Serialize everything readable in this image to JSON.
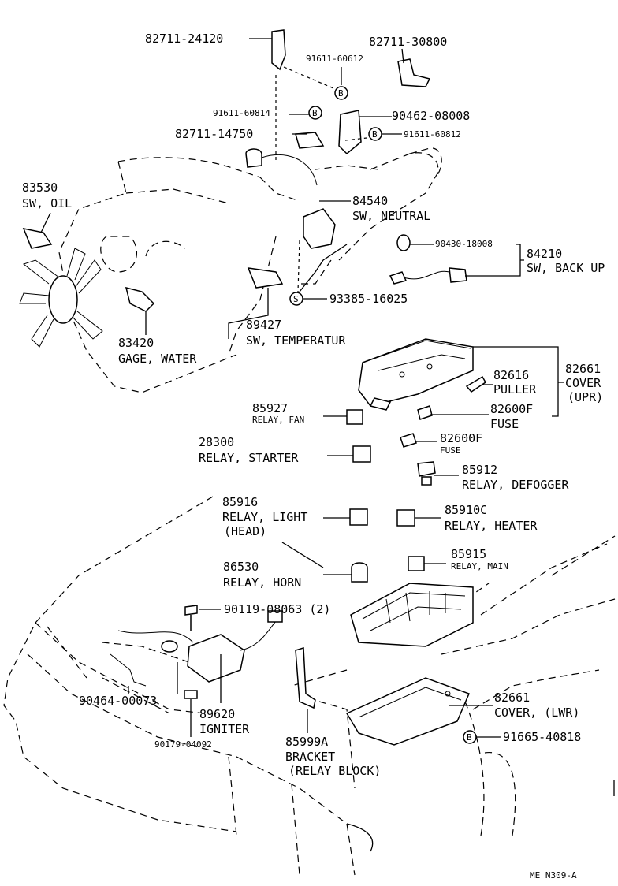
{
  "parts": [
    {
      "id": "p1",
      "number": "82711-24120"
    },
    {
      "id": "p2",
      "number": "82711-30800"
    },
    {
      "id": "p3",
      "number": "91611-60612"
    },
    {
      "id": "p4",
      "number": "91611-60814"
    },
    {
      "id": "p5",
      "number": "90462-08008"
    },
    {
      "id": "p6",
      "number": "82711-14750"
    },
    {
      "id": "p7",
      "number": "91611-60812"
    },
    {
      "id": "p8",
      "number": "83530",
      "name": "SW, OIL"
    },
    {
      "id": "p9",
      "number": "84540",
      "name": "SW, NEUTRAL"
    },
    {
      "id": "p10",
      "number": "90430-18008"
    },
    {
      "id": "p11",
      "number": "84210",
      "name": "SW, BACK UP"
    },
    {
      "id": "p12",
      "number": "93385-16025"
    },
    {
      "id": "p13",
      "number": "89427",
      "name": "SW, TEMPERATUR"
    },
    {
      "id": "p14",
      "number": "83420",
      "name": "GAGE, WATER"
    },
    {
      "id": "p15",
      "number": "82616",
      "name": "PULLER"
    },
    {
      "id": "p16",
      "number": "82661",
      "name": "COVER",
      "name2": "(UPR)"
    },
    {
      "id": "p17",
      "number": "85927",
      "name": "RELAY, FAN"
    },
    {
      "id": "p18",
      "number": "82600F",
      "name": "FUSE"
    },
    {
      "id": "p19",
      "number": "28300",
      "name": "RELAY, STARTER"
    },
    {
      "id": "p20",
      "number": "82600F",
      "name": "FUSE"
    },
    {
      "id": "p21",
      "number": "85912",
      "name": "RELAY, DEFOGGER"
    },
    {
      "id": "p22",
      "number": "85916",
      "name": "RELAY, LIGHT",
      "name2": "(HEAD)"
    },
    {
      "id": "p23",
      "number": "85910C",
      "name": "RELAY, HEATER"
    },
    {
      "id": "p24",
      "number": "85915",
      "name": "RELAY, MAIN"
    },
    {
      "id": "p25",
      "number": "86530",
      "name": "RELAY, HORN"
    },
    {
      "id": "p26",
      "number": "90119-08063 (2)"
    },
    {
      "id": "p27",
      "number": "90464-00073"
    },
    {
      "id": "p28",
      "number": "89620",
      "name": "IGNITER"
    },
    {
      "id": "p29",
      "number": "90179-04092"
    },
    {
      "id": "p30",
      "number": "85999A",
      "name": "BRACKET",
      "name2": "(RELAY BLOCK)"
    },
    {
      "id": "p31",
      "number": "82661",
      "name": "COVER, (LWR)"
    },
    {
      "id": "p32",
      "number": "91665-40818"
    }
  ],
  "callout_letters": {
    "b": "B",
    "s": "S"
  },
  "footer": {
    "code": "ME  N309-A"
  }
}
